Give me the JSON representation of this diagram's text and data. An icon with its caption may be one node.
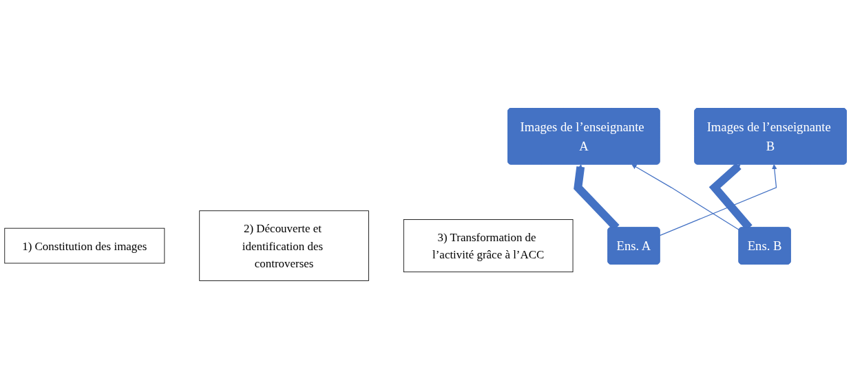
{
  "diagram": {
    "nodes": [
      {
        "text": [
          "Images de l’enseignante A"
        ]
      },
      {
        "text": [
          "1) Constitution des images"
        ]
      },
      {
        "text": [
          "Images de l’enseignante B"
        ]
      },
      {
        "text": [
          "2) Découverte et identification des controverses"
        ]
      },
      {
        "text": [
          "Ens. A"
        ]
      },
      {
        "text": [
          "3) Transformation de l’activité grâce à l’ACC"
        ]
      },
      {
        "text": [
          "Ens. B"
        ]
      }
    ],
    "edges": [
      {
        "from": 4,
        "to": 0,
        "arrow": "to",
        "style": "thick"
      },
      {
        "from": 6,
        "to": 2,
        "arrow": "to",
        "style": "thick"
      },
      {
        "from": 4,
        "to": 2,
        "arrow": "to"
      },
      {
        "from": 6,
        "to": 0,
        "arrow": "to"
      }
    ]
  }
}
